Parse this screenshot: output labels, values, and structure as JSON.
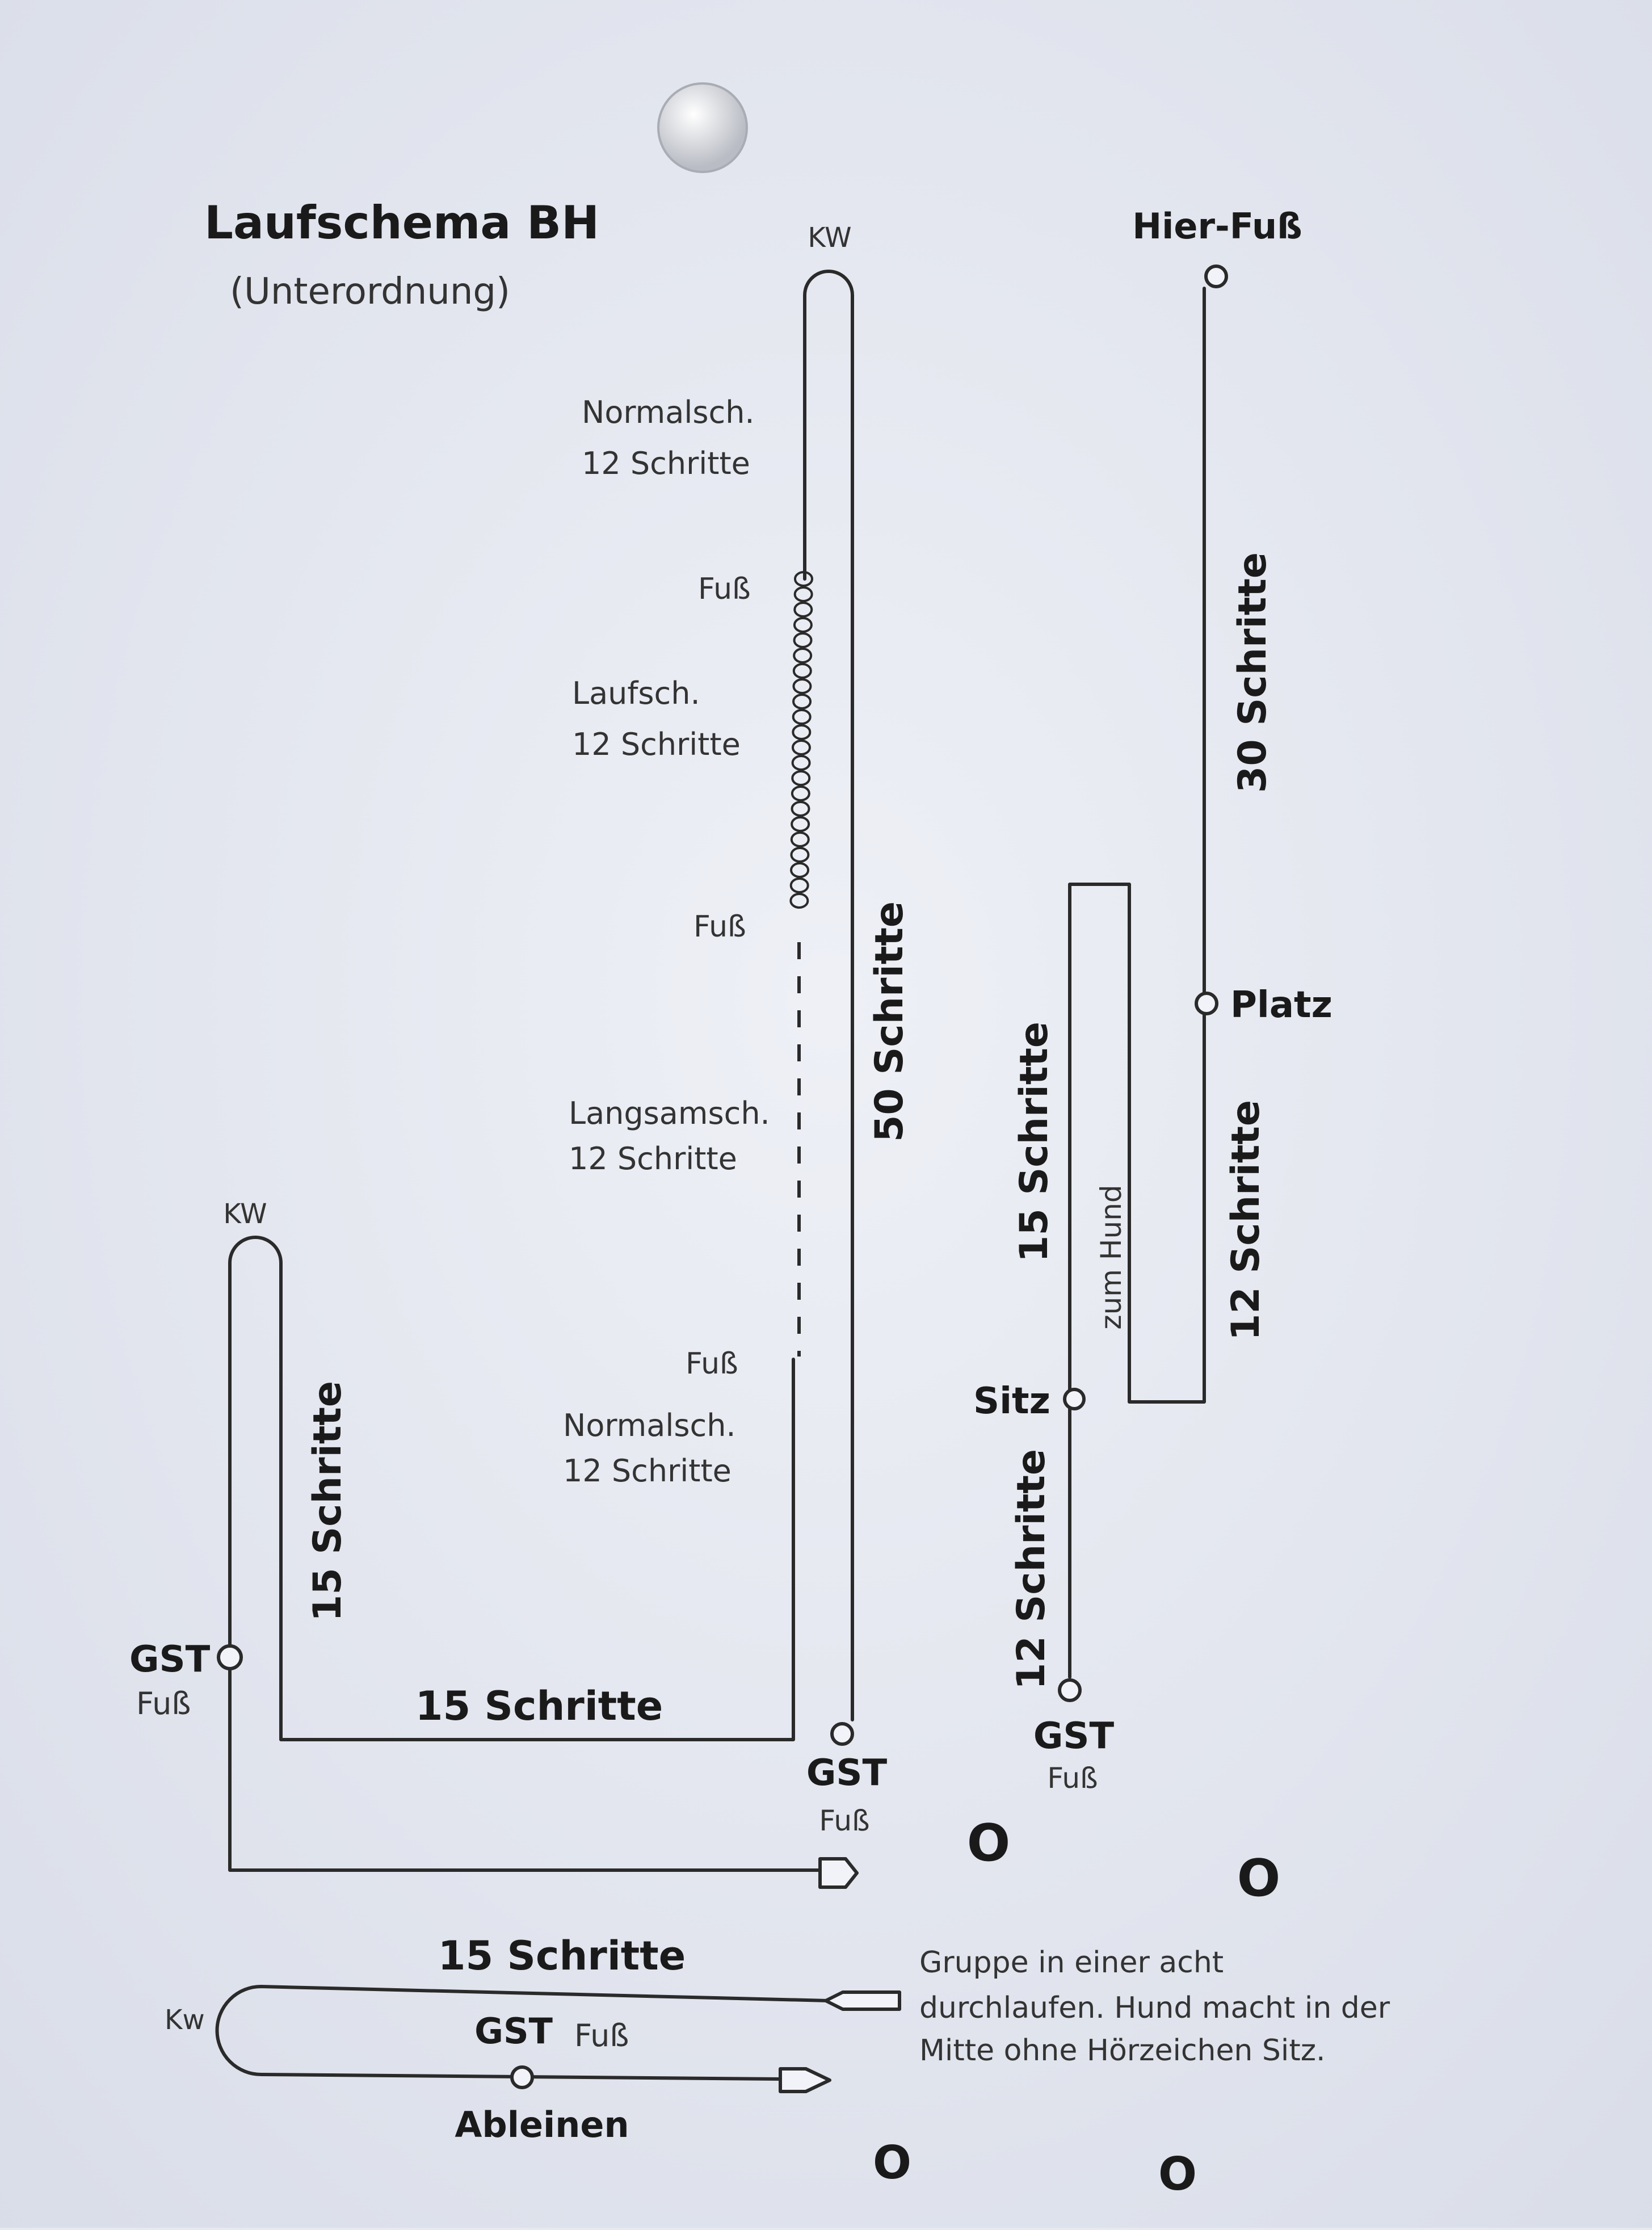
{
  "title": "Laufschema BH",
  "subtitle": "(Unterordnung)",
  "left_loop": {
    "turn_label": "KW",
    "leg_label": "15 Schritte",
    "start_label": "GST",
    "start_sub": "Fuß",
    "bottom_label": "15 Schritte"
  },
  "middle_loop": {
    "turn_label": "KW",
    "segments": [
      {
        "pace": "Normalsch.",
        "steps": "12 Schritte"
      },
      {
        "pace": "Laufsch.",
        "steps": "12 Schritte"
      },
      {
        "pace": "Langsamsch.",
        "steps": "12 Schritte"
      },
      {
        "pace": "Normalsch.",
        "steps": "12 Schritte"
      }
    ],
    "fuss_marks": [
      "Fuß",
      "Fuß",
      "Fuß"
    ],
    "long_label": "50 Schritte",
    "end_label": "GST",
    "end_sub": "Fuß"
  },
  "right_section": {
    "top_label": "Hier-Fuß",
    "long_label": "30 Schritte",
    "platz_label": "Platz",
    "lower_label": "12 Schritte",
    "zum_hund_label": "zum Hund",
    "fifteen_label": "15 Schritte",
    "sitz_label": "Sitz",
    "bottom_leg_label": "12 Schritte",
    "start_label": "GST",
    "start_sub": "Fuß"
  },
  "group": {
    "leg_label": "15 Schritte",
    "turn_label": "Kw",
    "gst_label": "GST",
    "gst_sub": "Fuß",
    "end_label": "Ableinen",
    "note": [
      "Gruppe in einer acht",
      "durchlaufen. Hund macht in der",
      "Mitte ohne Hörzeichen Sitz."
    ],
    "person_marker": "O"
  },
  "colors": {
    "paper": "#e6e9f1",
    "ink": "#2a2a2a"
  }
}
